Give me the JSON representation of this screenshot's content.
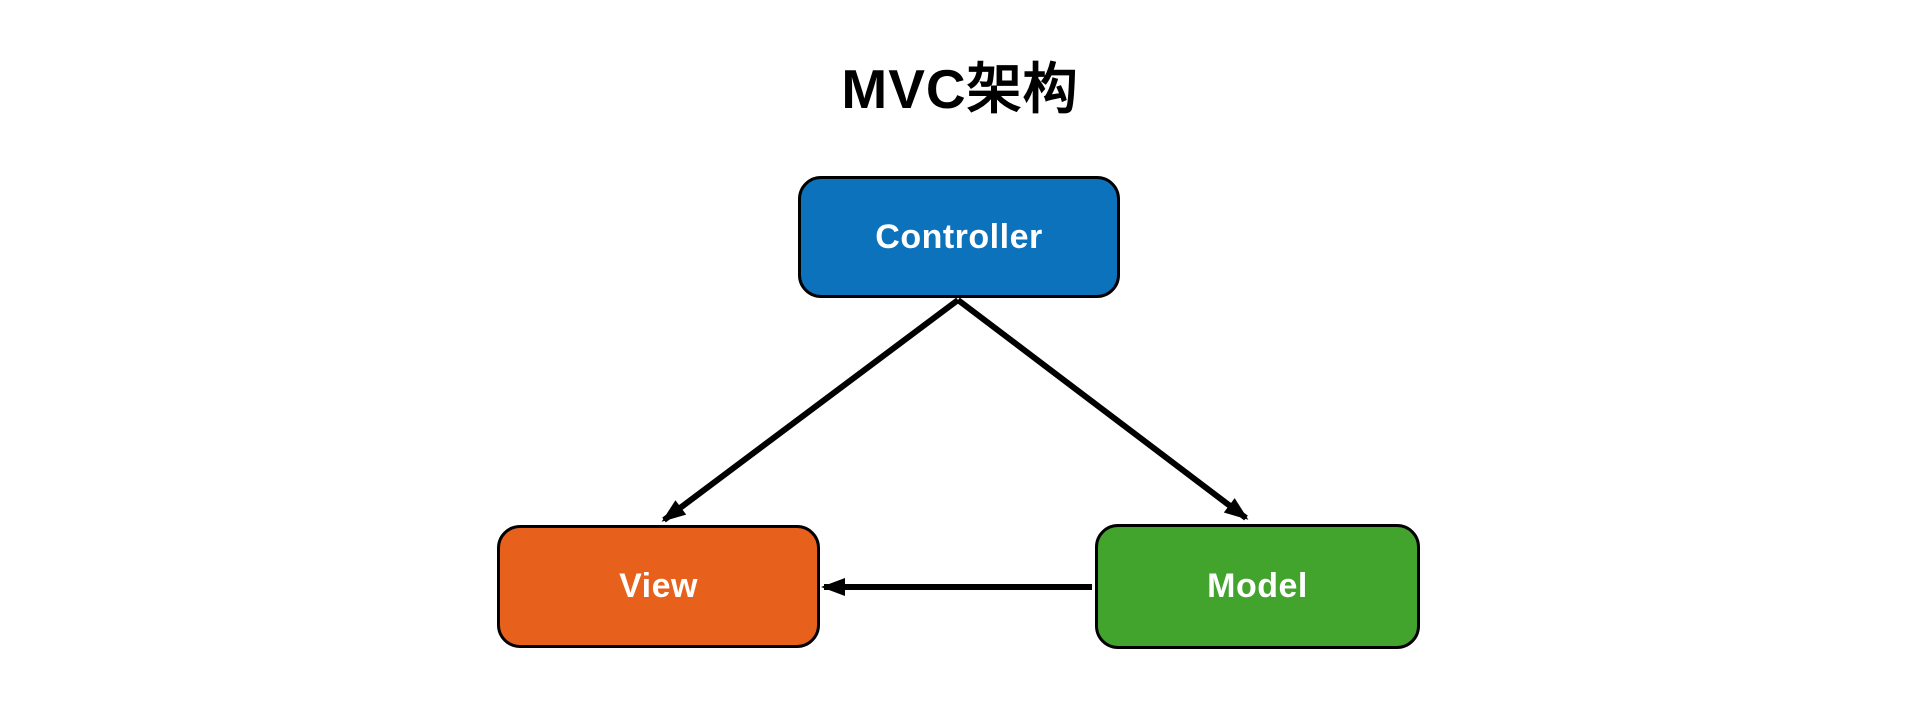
{
  "diagram": {
    "title": "MVC架构",
    "nodes": [
      {
        "id": "controller",
        "label": "Controller",
        "color": "#0d72bc",
        "text_color": "#ffffff"
      },
      {
        "id": "view",
        "label": "View",
        "color": "#e8611c",
        "text_color": "#ffffff"
      },
      {
        "id": "model",
        "label": "Model",
        "color": "#43a42d",
        "text_color": "#ffffff"
      }
    ],
    "edges": [
      {
        "from": "Controller",
        "to": "View",
        "arrowhead": "at-view"
      },
      {
        "from": "Controller",
        "to": "Model",
        "arrowhead": "at-model"
      },
      {
        "from": "Model",
        "to": "View",
        "arrowhead": "at-view"
      }
    ],
    "colors": {
      "background": "#ffffff",
      "node_border": "#000000",
      "arrow": "#000000",
      "title_text": "#000000"
    }
  }
}
